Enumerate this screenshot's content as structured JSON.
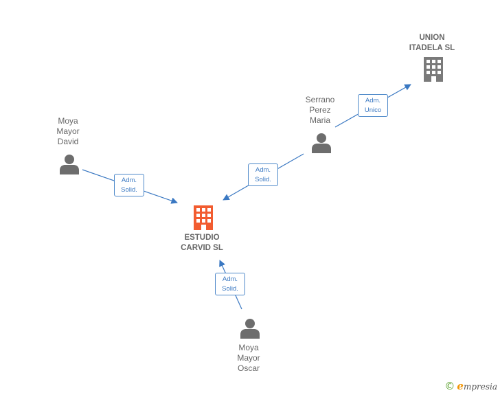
{
  "nodes": {
    "union": {
      "label": "UNION\nITADELA  SL",
      "type": "company"
    },
    "estudio": {
      "label": "ESTUDIO\nCARVID  SL",
      "type": "company-main"
    },
    "serrano": {
      "label": "Serrano\nPerez\nMaria",
      "type": "person"
    },
    "moya_david": {
      "label": "Moya\nMayor\nDavid",
      "type": "person"
    },
    "moya_oscar": {
      "label": "Moya\nMayor\nOscar",
      "type": "person"
    }
  },
  "edges": [
    {
      "from": "serrano",
      "to": "union",
      "label": "Adm.\nUnico"
    },
    {
      "from": "serrano",
      "to": "estudio",
      "label": "Adm.\nSolid."
    },
    {
      "from": "moya_david",
      "to": "estudio",
      "label": "Adm.\nSolid."
    },
    {
      "from": "moya_oscar",
      "to": "estudio",
      "label": "Adm.\nSolid."
    }
  ],
  "colors": {
    "edge": "#3a78c2",
    "company_icon": "#7a7a7a",
    "company_main_icon": "#f25c30",
    "person_icon": "#6d6d6d"
  },
  "footer": {
    "copyright": "©",
    "brand_initial": "e",
    "brand_rest": "mpresia"
  }
}
